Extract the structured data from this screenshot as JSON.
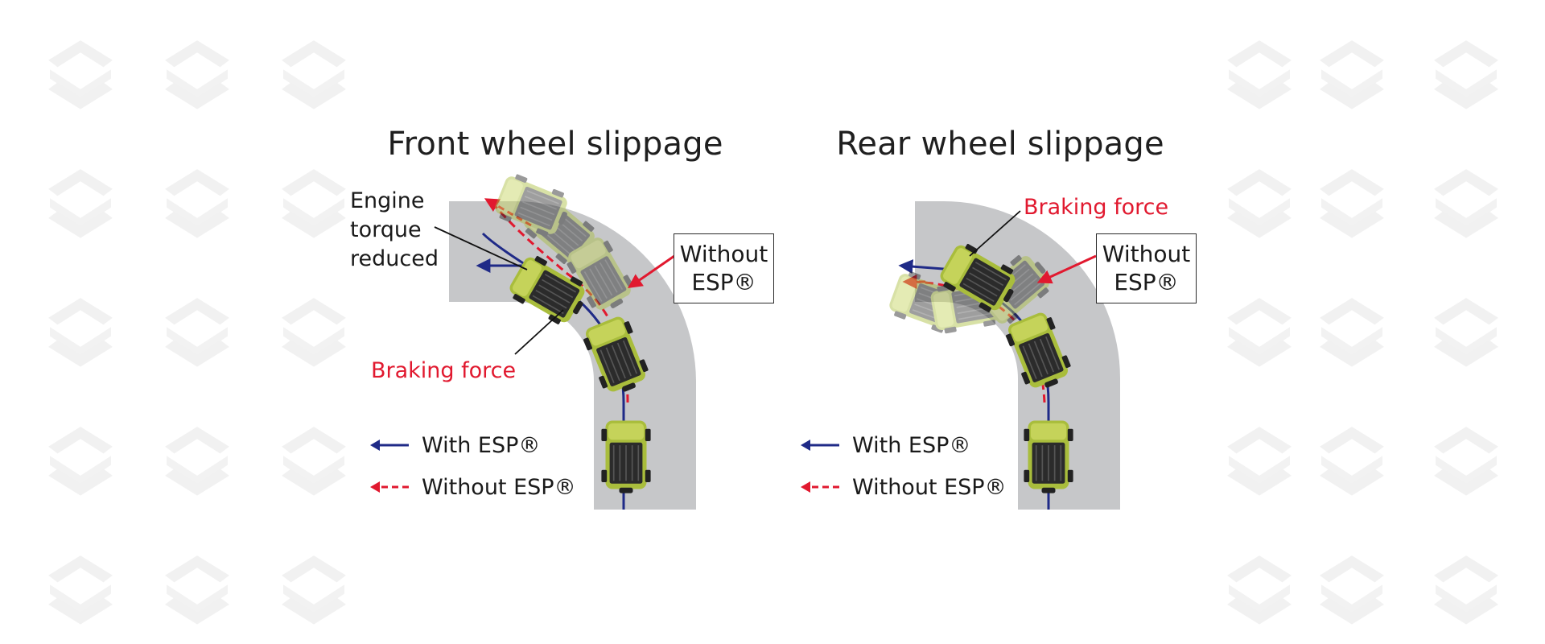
{
  "brand": {
    "watermark_icon": "suzuki-s-logo-icon",
    "watermark_color": "#f1f1f1"
  },
  "colors": {
    "road": "#c6c7c9",
    "with_esp": "#1f2a87",
    "without_esp": "#e1192f",
    "car_body": "#a6b83a",
    "car_roof": "#2a2a2a"
  },
  "panels": [
    {
      "title": "Front wheel slippage",
      "label_engine": [
        "Engine",
        "torque",
        "reduced"
      ],
      "label_braking": "Braking force",
      "box_without": [
        "Without",
        "ESP®"
      ],
      "legend": {
        "with": "With ESP®",
        "without": "Without ESP®"
      }
    },
    {
      "title": "Rear wheel slippage",
      "label_braking": "Braking force",
      "box_without": [
        "Without",
        "ESP®"
      ],
      "legend": {
        "with": "With ESP®",
        "without": "Without ESP®"
      }
    }
  ]
}
